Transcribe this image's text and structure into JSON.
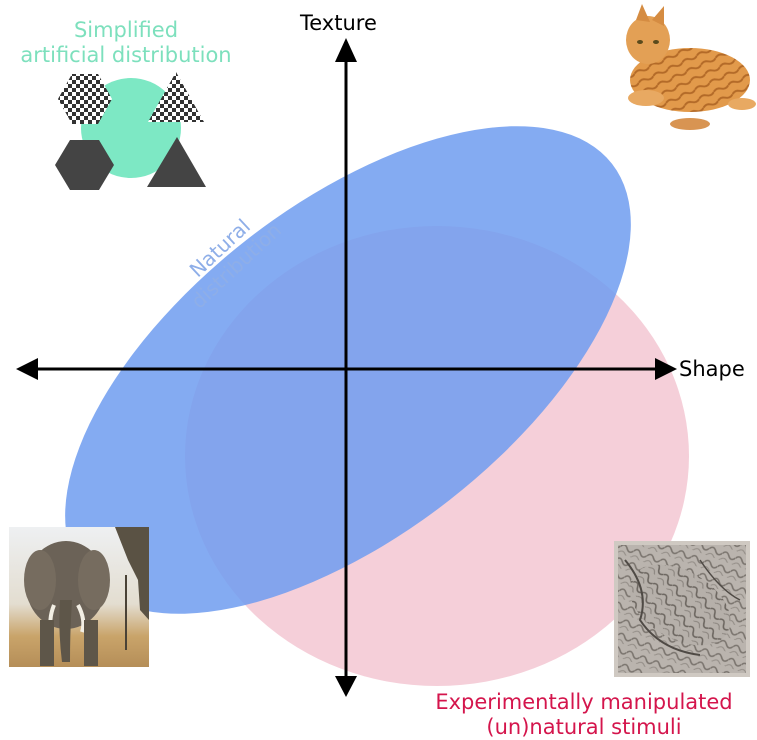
{
  "axes": {
    "y_label": "Texture",
    "x_label": "Shape"
  },
  "regions": {
    "artificial": {
      "line1": "Simplified",
      "line2": "artificial distribution",
      "color": "#7de0bd"
    },
    "natural": {
      "line1": "Natural",
      "line2": "distribution",
      "color": "#6f9cf0"
    },
    "manipulated": {
      "line1": "Experimentally manipulated",
      "line2": "(un)natural stimuli",
      "color": "#d4154c"
    }
  },
  "images": {
    "top_right": "cat-photo",
    "bottom_left": "elephant-photo",
    "bottom_right": "cat-texture-elephant-style"
  },
  "colors": {
    "natural_fill": "#6f9cf0",
    "manipulated_fill": "#f2c3d0",
    "artificial_circle": "#7de8c4",
    "axis": "#000000"
  }
}
